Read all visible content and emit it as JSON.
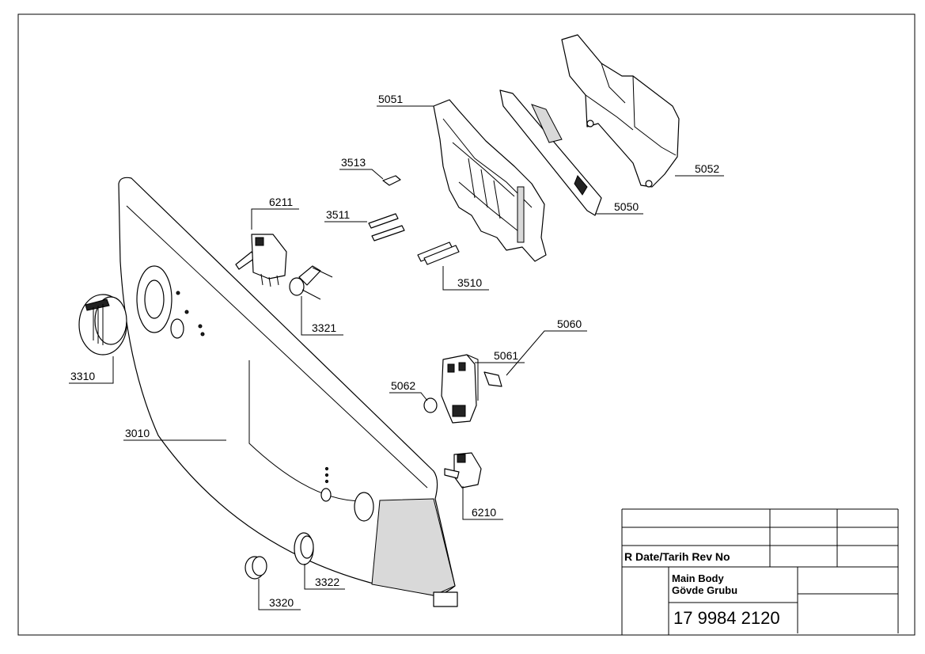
{
  "parts": [
    {
      "id": "p5051",
      "number": "5051"
    },
    {
      "id": "p5052",
      "number": "5052"
    },
    {
      "id": "p5050",
      "number": "5050"
    },
    {
      "id": "p3513",
      "number": "3513"
    },
    {
      "id": "p6211",
      "number": "6211"
    },
    {
      "id": "p3511",
      "number": "3511"
    },
    {
      "id": "p3510",
      "number": "3510"
    },
    {
      "id": "p3321",
      "number": "3321"
    },
    {
      "id": "p5060",
      "number": "5060"
    },
    {
      "id": "p5061",
      "number": "5061"
    },
    {
      "id": "p5062",
      "number": "5062"
    },
    {
      "id": "p3310",
      "number": "3310"
    },
    {
      "id": "p3010",
      "number": "3010"
    },
    {
      "id": "p6210",
      "number": "6210"
    },
    {
      "id": "p3322",
      "number": "3322"
    },
    {
      "id": "p3320",
      "number": "3320"
    }
  ],
  "title_block": {
    "revision_header": "R  Date/Tarih   Rev No",
    "title_line1": "Main Body",
    "title_line2": "Gövde Grubu",
    "drawing_number": "17 9984 2120"
  }
}
